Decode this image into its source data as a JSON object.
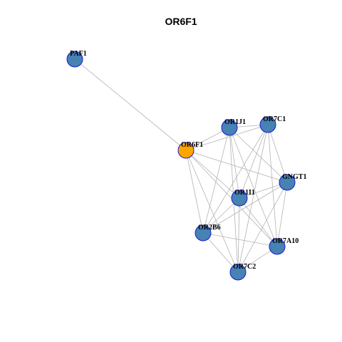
{
  "title": "OR6F1",
  "colors": {
    "focus_node": "#FFA500",
    "node": "#4682B4",
    "node_border": "#1A1ACC",
    "edge": "#B3B3B3"
  },
  "nodes": [
    {
      "id": "PAF1",
      "label": "PAF1",
      "role": "neighbor"
    },
    {
      "id": "OR6F1",
      "label": "OR6F1",
      "role": "focus"
    },
    {
      "id": "OR1J1",
      "label": "OR1J1",
      "role": "neighbor"
    },
    {
      "id": "OR7C1",
      "label": "OR7C1",
      "role": "neighbor"
    },
    {
      "id": "GNGT1",
      "label": "GNGT1",
      "role": "neighbor"
    },
    {
      "id": "OR1I1",
      "label": "OR1I1",
      "role": "neighbor"
    },
    {
      "id": "OR2B6",
      "label": "OR2B6",
      "role": "neighbor"
    },
    {
      "id": "OR7A10",
      "label": "OR7A10",
      "role": "neighbor"
    },
    {
      "id": "OR7C2",
      "label": "OR7C2",
      "role": "neighbor"
    }
  ],
  "edges": [
    [
      "PAF1",
      "OR6F1"
    ],
    [
      "OR6F1",
      "OR1J1"
    ],
    [
      "OR6F1",
      "OR7C1"
    ],
    [
      "OR6F1",
      "GNGT1"
    ],
    [
      "OR6F1",
      "OR1I1"
    ],
    [
      "OR6F1",
      "OR2B6"
    ],
    [
      "OR6F1",
      "OR7A10"
    ],
    [
      "OR6F1",
      "OR7C2"
    ],
    [
      "OR1J1",
      "OR7C1"
    ],
    [
      "OR1J1",
      "GNGT1"
    ],
    [
      "OR1J1",
      "OR1I1"
    ],
    [
      "OR1J1",
      "OR2B6"
    ],
    [
      "OR1J1",
      "OR7A10"
    ],
    [
      "OR1J1",
      "OR7C2"
    ],
    [
      "OR7C1",
      "GNGT1"
    ],
    [
      "OR7C1",
      "OR1I1"
    ],
    [
      "OR7C1",
      "OR2B6"
    ],
    [
      "OR7C1",
      "OR7A10"
    ],
    [
      "OR7C1",
      "OR7C2"
    ],
    [
      "GNGT1",
      "OR1I1"
    ],
    [
      "GNGT1",
      "OR2B6"
    ],
    [
      "GNGT1",
      "OR7A10"
    ],
    [
      "GNGT1",
      "OR7C2"
    ],
    [
      "OR1I1",
      "OR2B6"
    ],
    [
      "OR1I1",
      "OR7A10"
    ],
    [
      "OR1I1",
      "OR7C2"
    ],
    [
      "OR2B6",
      "OR7A10"
    ],
    [
      "OR2B6",
      "OR7C2"
    ],
    [
      "OR7A10",
      "OR7C2"
    ]
  ]
}
